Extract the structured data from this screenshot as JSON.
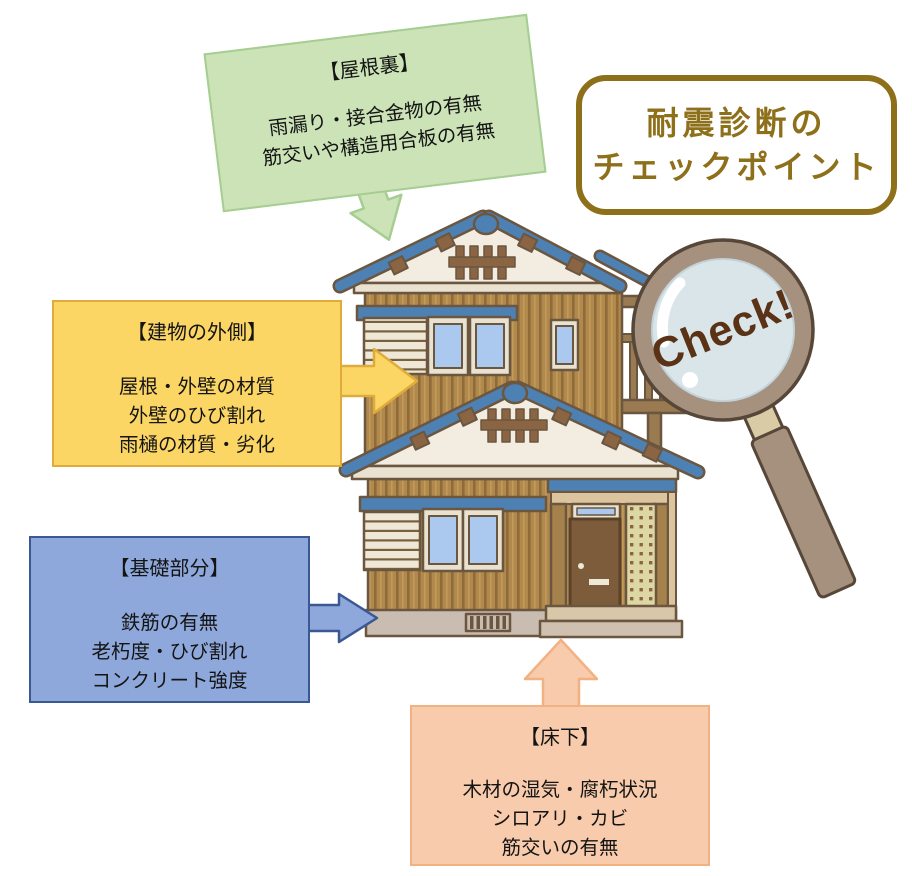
{
  "title": {
    "line1": "耐震診断の",
    "line2": "チェックポイント"
  },
  "magnifier": {
    "label": "Check!"
  },
  "callouts": {
    "attic": {
      "heading": "【屋根裏】",
      "lines": [
        "雨漏り・接合金物の有無",
        "筋交いや構造用合板の有無"
      ]
    },
    "exterior": {
      "heading": "【建物の外側】",
      "lines": [
        "屋根・外壁の材質",
        "外壁のひび割れ",
        "雨樋の材質・劣化"
      ]
    },
    "foundation": {
      "heading": "【基礎部分】",
      "lines": [
        "鉄筋の有無",
        "老朽度・ひび割れ",
        "コンクリート強度"
      ]
    },
    "underfloor": {
      "heading": "【床下】",
      "lines": [
        "木材の湿気・腐朽状況",
        "シロアリ・カビ",
        "筋交いの有無"
      ]
    }
  },
  "colors": {
    "attic_fill": "#CBE3B6",
    "attic_border": "#A6CD92",
    "exterior_fill": "#FBD665",
    "exterior_border": "#DFAC3C",
    "foundation_fill": "#8FA8DC",
    "foundation_border": "#3A5894",
    "underfloor_fill": "#F8CBAC",
    "underfloor_border": "#F2B183",
    "title_brown": "#8E6F1A",
    "check_brown": "#5A3216",
    "roof_blue": "#4E81B3",
    "wall_brown": "#B1894C",
    "outline_brown": "#6B5640",
    "magnifier_rim": "#A6917F",
    "magnifier_glass": "#D9E5E9"
  }
}
